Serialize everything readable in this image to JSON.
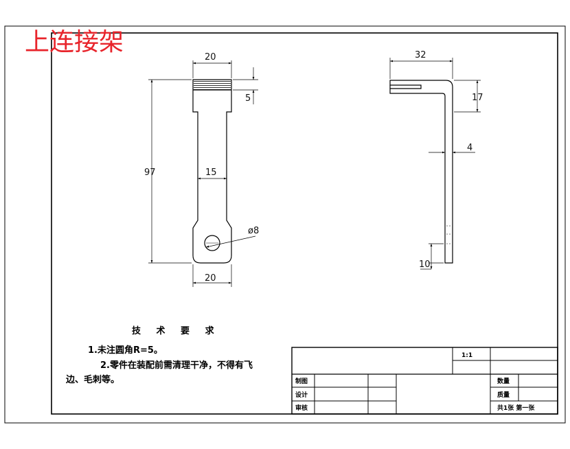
{
  "title": "上连接架",
  "front_view": {
    "dim_top_width": "20",
    "dim_top_height": "5",
    "dim_total_length": "97",
    "dim_mid_width": "15",
    "dim_hole": "ø8",
    "dim_bottom_width": "20"
  },
  "side_view": {
    "dim_top_width": "32",
    "dim_hook_height": "17",
    "dim_thickness": "4",
    "dim_bottom_length": "10"
  },
  "notes": {
    "heading": "技 术 要 求",
    "line1": "1.未注圆角R=5。",
    "line2": "2.零件在装配前需清理干净，不得有飞",
    "line3": "边、毛刺等。"
  },
  "title_block": {
    "scale": "1:1",
    "drawn_by_label": "制图",
    "designed_by_label": "设计",
    "checked_by_label": "审核",
    "quantity_label": "数量",
    "weight_label": "质量",
    "sheets_label": "共1张 第一张"
  }
}
